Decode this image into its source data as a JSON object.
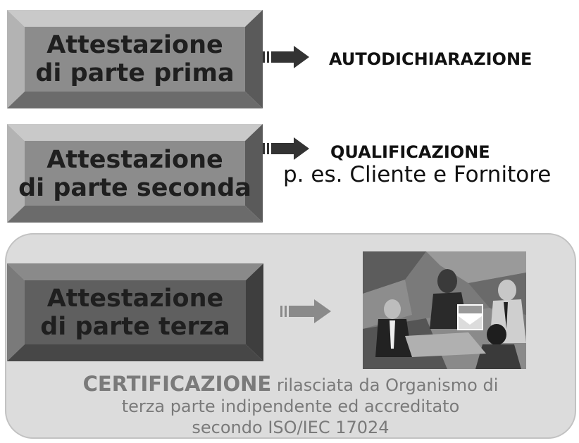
{
  "boxes": {
    "first": {
      "line1": "Attestazione",
      "line2": "di parte prima"
    },
    "second": {
      "line1": "Attestazione",
      "line2": "di parte seconda"
    },
    "third": {
      "line1": "Attestazione",
      "line2": "di parte terza"
    }
  },
  "results": {
    "first": "AUTODICHIARAZIONE",
    "second": "QUALIFICAZIONE",
    "second_example": "p. es. Cliente e Fornitore"
  },
  "certification": {
    "strong": "CERTIFICAZIONE",
    "line1_rest": " rilasciata da Organismo di",
    "line2": "terza parte indipendente ed accreditato",
    "line3": "secondo ISO/IEC 17024"
  },
  "colors": {
    "box_light": "#8c8c8c",
    "box_dark": "#5a5a5a",
    "panel_bg": "#dcdcdc",
    "cert_text": "#7a7a7a",
    "arrow_dark": "#333333",
    "arrow_grey": "#8a8a8a"
  },
  "icons": {
    "illustration": "business-meeting-illustration",
    "arrow": "right-arrow-icon"
  }
}
